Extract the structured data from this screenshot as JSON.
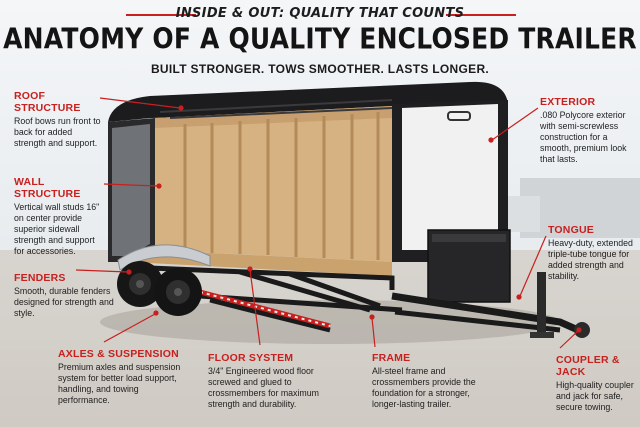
{
  "header": {
    "kicker": "INSIDE & OUT: QUALITY THAT COUNTS",
    "title": "ANATOMY OF A QUALITY ENCLOSED TRAILER",
    "subtitle": "BUILT STRONGER. TOWS SMOOTHER. LASTS LONGER."
  },
  "colors": {
    "accent": "#c8201e",
    "trailer_body": "#1c1c1e",
    "wood": "#d6b283"
  },
  "callouts": {
    "roof": {
      "title": "ROOF STRUCTURE",
      "text": "Roof bows run front to back for added strength and support."
    },
    "wall": {
      "title": "WALL STRUCTURE",
      "text": "Vertical wall studs 16\" on center provide superior sidewall strength and support for accessories."
    },
    "fenders": {
      "title": "FENDERS",
      "text": "Smooth, durable fenders designed for strength and style."
    },
    "axles": {
      "title": "AXLES & SUSPENSION",
      "text": "Premium axles and suspension system for better load support, handling, and towing performance."
    },
    "floor": {
      "title": "FLOOR SYSTEM",
      "text": "3/4\" Engineered wood floor screwed and glued to crossmembers for maximum strength and durability."
    },
    "frame": {
      "title": "FRAME",
      "text": "All-steel frame and crossmembers provide the foundation for a stronger, longer-lasting trailer."
    },
    "exterior": {
      "title": "EXTERIOR",
      "text": ".080 Polycore exterior with semi-screwless construction for a smooth, premium look that lasts."
    },
    "tongue": {
      "title": "TONGUE",
      "text": "Heavy-duty, extended triple-tube tongue for added strength and stability."
    },
    "coupler": {
      "title": "COUPLER & JACK",
      "text": "High-quality coupler and jack for safe, secure towing."
    }
  }
}
